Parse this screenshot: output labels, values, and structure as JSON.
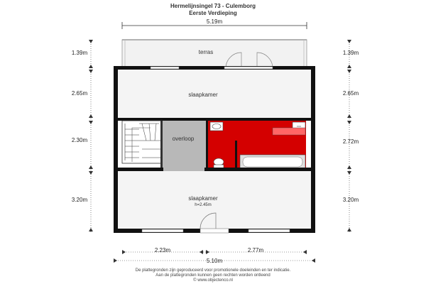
{
  "header": {
    "address": "Hermelijnsingel 73 - Culemborg",
    "floor": "Eerste Verdieping"
  },
  "dimensions": {
    "top_width": "5.19m",
    "bottom_width": "5.10m",
    "bottom_left": "2.23m",
    "bottom_right": "2.77m",
    "left_terras": "1.39m",
    "left_slaapkamer_top": "2.65m",
    "left_overloop": "2.30m",
    "left_slaapkamer_bottom": "3.20m",
    "right_terras": "1.39m",
    "right_slaapkamer_top": "2.65m",
    "right_bathroom": "2.72m",
    "right_slaapkamer_bottom": "3.20m"
  },
  "rooms": {
    "terras": "terras",
    "slaapkamer_top": "slaapkamer",
    "overloop": "overloop",
    "slaapkamer_bottom": "slaapkamer",
    "slaapkamer_bottom_height": "h=2.45m"
  },
  "colors": {
    "wall": "#111111",
    "bathroom": "#d40000",
    "landing": "#b8b8b8",
    "terras_floor": "#f0f0f0",
    "room_floor": "#f4f4f4"
  },
  "footer": {
    "line1": "De plattegronden zijn geproduceerd voor promotionele doeleinden en ter indicatie.",
    "line2": "Aan de plattegronden kunnen geen rechten worden ontleend",
    "line3": "© www.objectenco.nl"
  }
}
